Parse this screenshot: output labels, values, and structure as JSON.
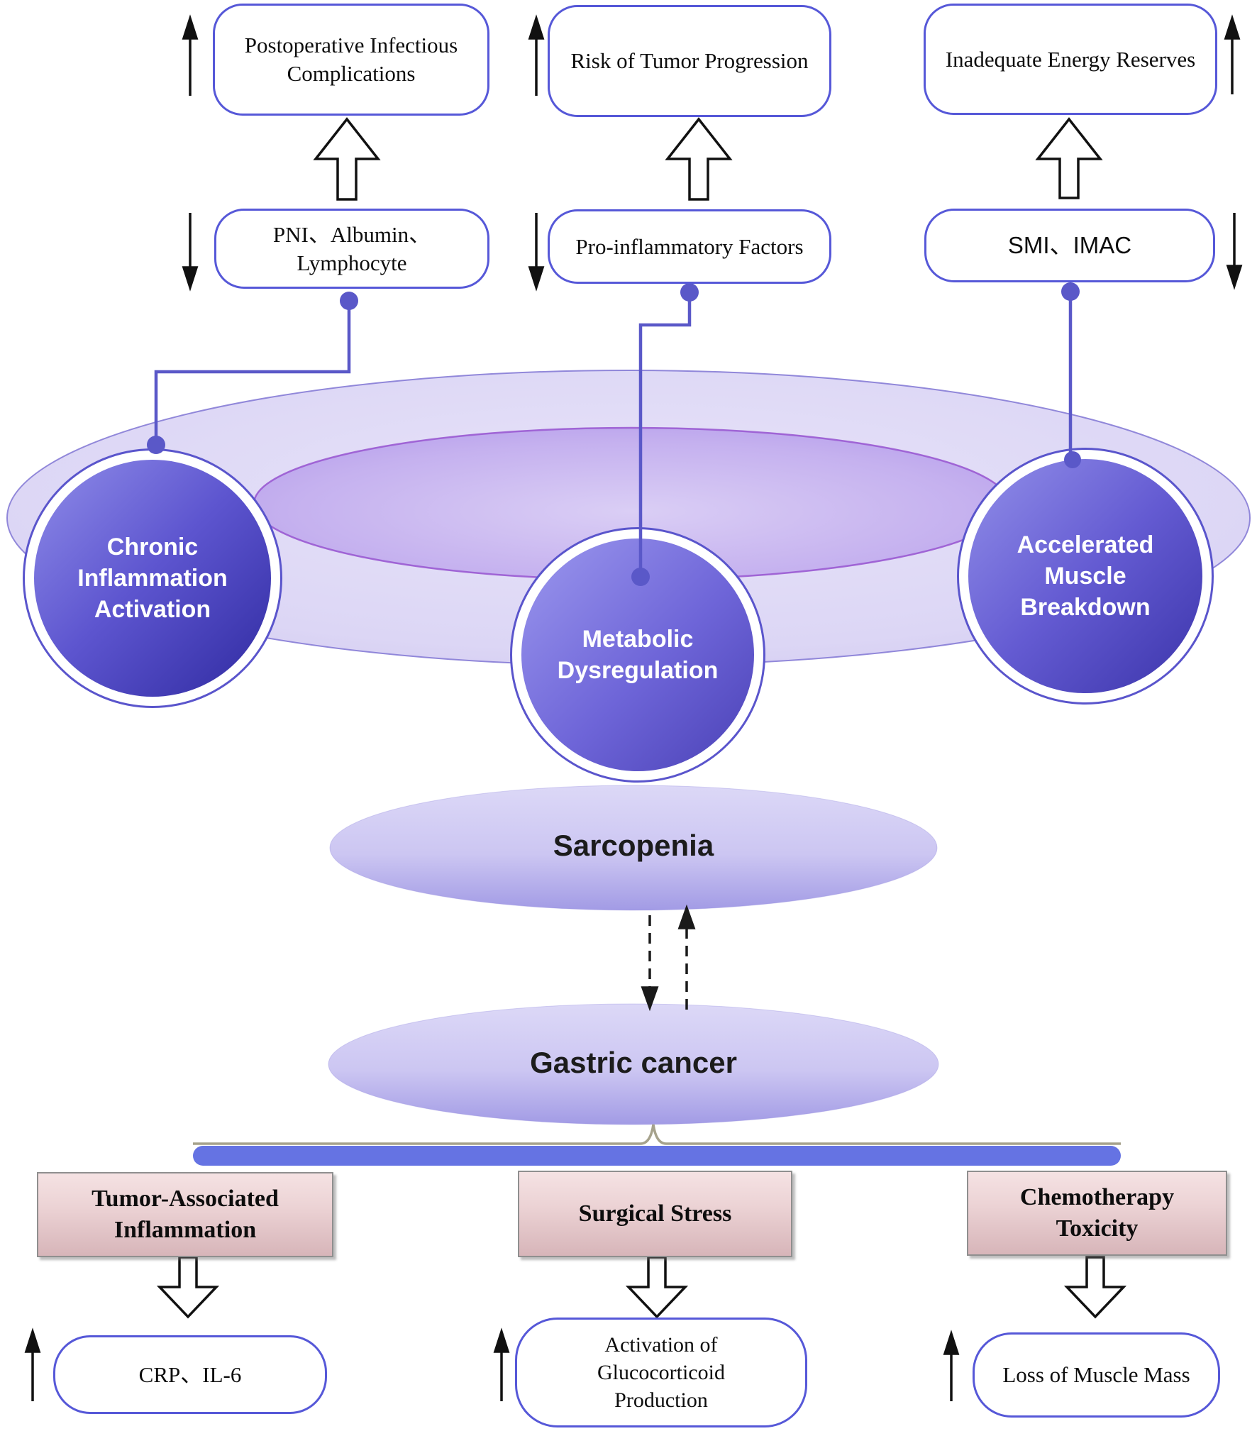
{
  "figure": {
    "title": "Sarcopenia and gastric cancer mechanism diagram"
  },
  "top_row": [
    {
      "label": "Postoperative Infectious Complications",
      "trend": "up"
    },
    {
      "label": "Risk of Tumor Progression",
      "trend": "up"
    },
    {
      "label": "Inadequate Energy Reserves",
      "trend": "up"
    }
  ],
  "indicator_row": [
    {
      "label": "PNI、Albumin、Lymphocyte",
      "trend": "down"
    },
    {
      "label": "Pro-inflammatory Factors",
      "trend": "down"
    },
    {
      "label": "SMI、IMAC",
      "trend": "down"
    }
  ],
  "mechanisms": [
    {
      "label": "Chronic Inflammation Activation"
    },
    {
      "label": "Metabolic Dysregulation"
    },
    {
      "label": "Accelerated Muscle Breakdown"
    }
  ],
  "center": {
    "sarcopenia": "Sarcopenia",
    "gastric_cancer": "Gastric cancer"
  },
  "causes": [
    {
      "label": "Tumor-Associated Inflammation",
      "effect": "CRP、IL-6",
      "effect_trend": "up"
    },
    {
      "label": "Surgical Stress",
      "effect": "Activation of Glucocorticoid Production",
      "effect_trend": "up"
    },
    {
      "label": "Chemotherapy Toxicity",
      "effect": "Loss of Muscle Mass",
      "effect_trend": "up"
    }
  ],
  "colors": {
    "box_border": "#5658d8",
    "connector": "#5a58c8",
    "circle_dark": "#2f2aa0",
    "circle_light": "#908de9",
    "outer_ellipse_fill": "#d7d0f3",
    "inner_ellipse_fill": "#b49ceb",
    "inner_ellipse_border": "#9a5ad2",
    "center_ellipse_fill": "#b9b3ec",
    "bar_blue": "#6573e3",
    "brace_gray": "#a6a28c",
    "pink_box_fill": "#e8ced1",
    "pink_box_border": "#8f8f8f",
    "arrow_black": "#111111"
  }
}
